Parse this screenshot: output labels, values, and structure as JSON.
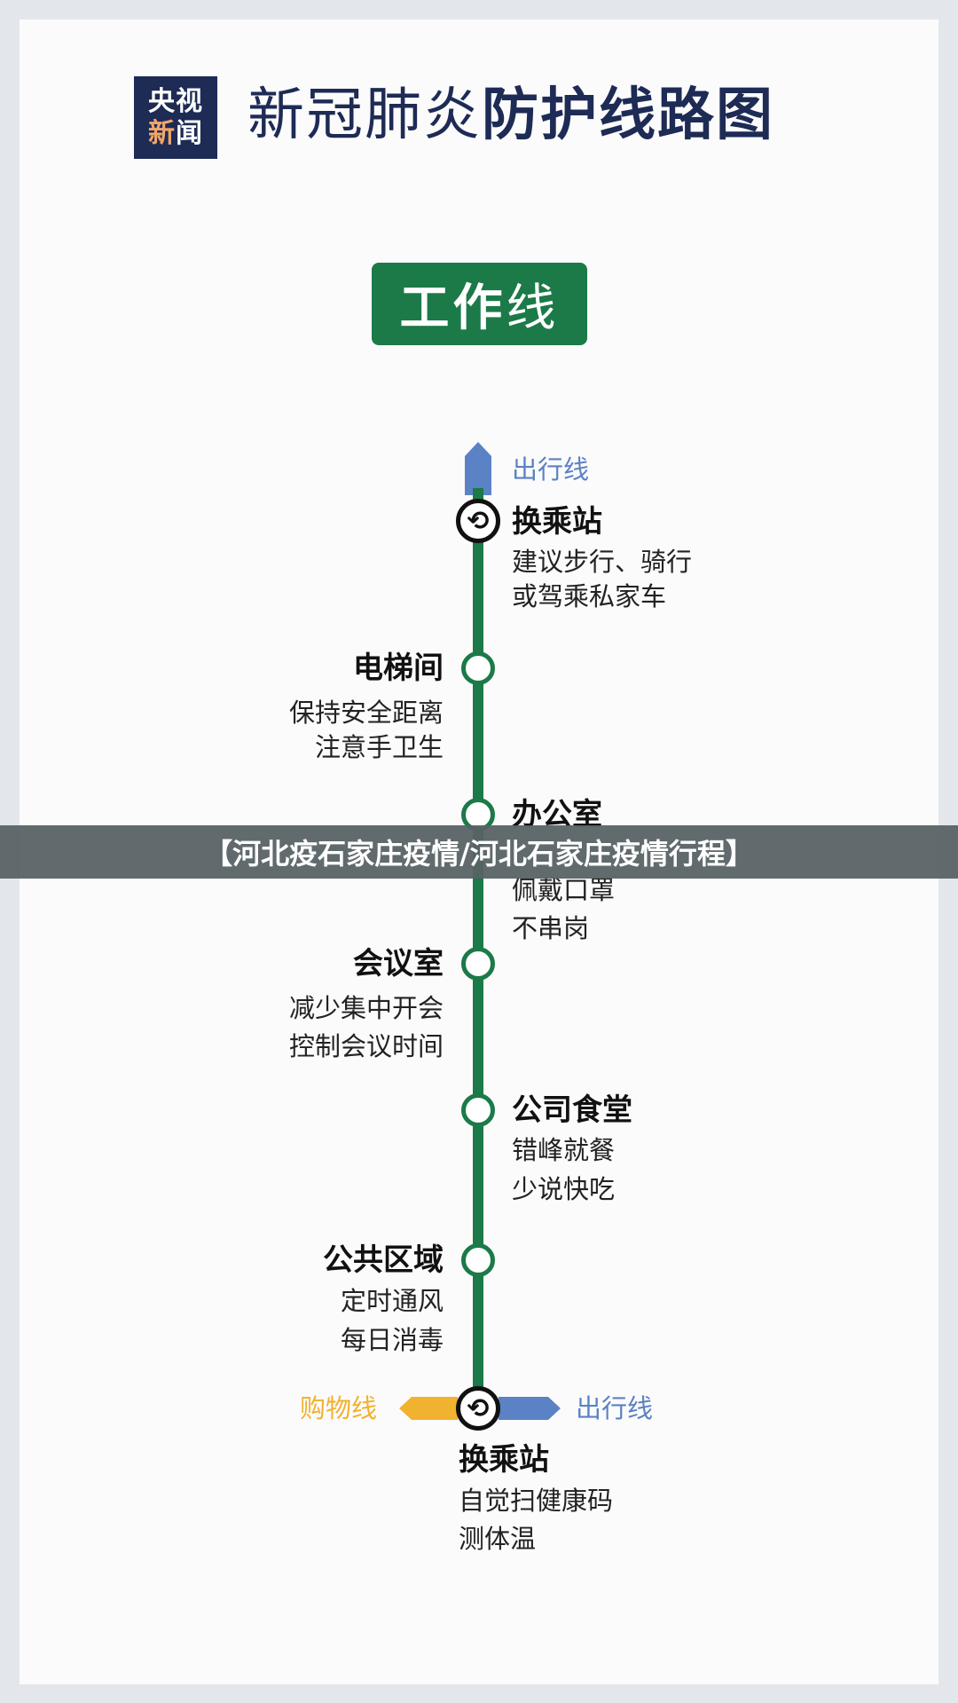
{
  "logo": {
    "line1": "央视",
    "line2a": "新",
    "line2b": "闻"
  },
  "title": {
    "part1": "新冠肺炎",
    "part2": "防护线路图"
  },
  "line_badge": {
    "part1": "工作",
    "part2": "线"
  },
  "colors": {
    "green": "#1b7a48",
    "navy": "#1d2b55",
    "blue": "#5b82c4",
    "orange": "#f1b230"
  },
  "top_branch": {
    "label": "出行线"
  },
  "stations": [
    {
      "name": "换乘站",
      "desc": [
        "建议步行、骑行",
        "或驾乘私家车"
      ]
    },
    {
      "name": "电梯间",
      "desc": [
        "保持安全距离",
        "注意手卫生"
      ]
    },
    {
      "name": "办公室",
      "desc": [
        "佩戴口罩",
        "不串岗"
      ]
    },
    {
      "name": "会议室",
      "desc": [
        "减少集中开会",
        "控制会议时间"
      ]
    },
    {
      "name": "公司食堂",
      "desc": [
        "错峰就餐",
        "少说快吃"
      ]
    },
    {
      "name": "公共区域",
      "desc": [
        "定时通风",
        "每日消毒"
      ]
    },
    {
      "name": "换乘站",
      "desc": [
        "自觉扫健康码",
        "测体温"
      ]
    }
  ],
  "bottom_branches": {
    "left": "购物线",
    "right": "出行线"
  },
  "banner": {
    "text": "【河北疫石家庄疫情/河北石家庄疫情行程】"
  },
  "icons": {
    "interchange": "⟲"
  }
}
